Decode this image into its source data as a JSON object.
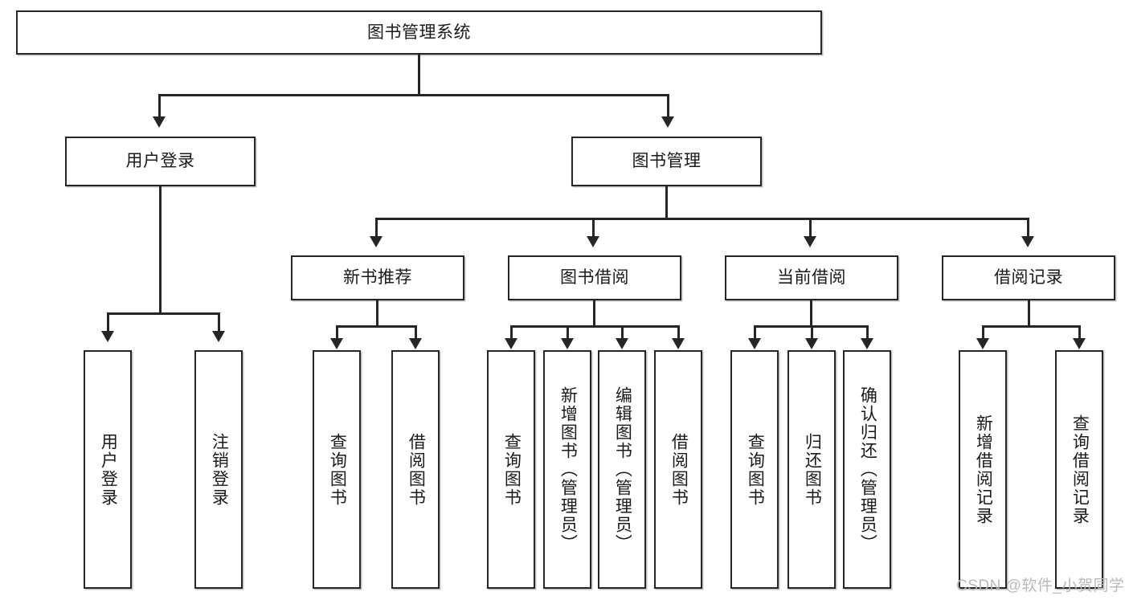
{
  "diagram": {
    "title": "图书管理系统",
    "type": "hierarchy-tree",
    "root": {
      "label": "图书管理系统"
    },
    "level2": [
      {
        "label": "用户登录"
      },
      {
        "label": "图书管理"
      }
    ],
    "level3": [
      {
        "label": "新书推荐"
      },
      {
        "label": "图书借阅"
      },
      {
        "label": "当前借阅"
      },
      {
        "label": "借阅记录"
      }
    ],
    "leaves": {
      "user_login": [
        {
          "label": "用户登录"
        },
        {
          "label": "注销登录"
        }
      ],
      "new_book_recommend": [
        {
          "label": "查询图书"
        },
        {
          "label": "借阅图书"
        }
      ],
      "book_borrow": [
        {
          "label": "查询图书"
        },
        {
          "label": "新增图书（管理员）"
        },
        {
          "label": "编辑图书（管理员）"
        },
        {
          "label": "借阅图书"
        }
      ],
      "current_borrow": [
        {
          "label": "查询图书"
        },
        {
          "label": "归还图书"
        },
        {
          "label": "确认归还（管理员）"
        }
      ],
      "borrow_record": [
        {
          "label": "新增借阅记录"
        },
        {
          "label": "查询借阅记录"
        }
      ]
    }
  },
  "watermark": {
    "text": "CSDN @软件_小贺同学"
  },
  "colors": {
    "border": "#262626",
    "background": "#ffffff",
    "text": "#1a1a1a",
    "watermark": "#b9b9b9"
  }
}
